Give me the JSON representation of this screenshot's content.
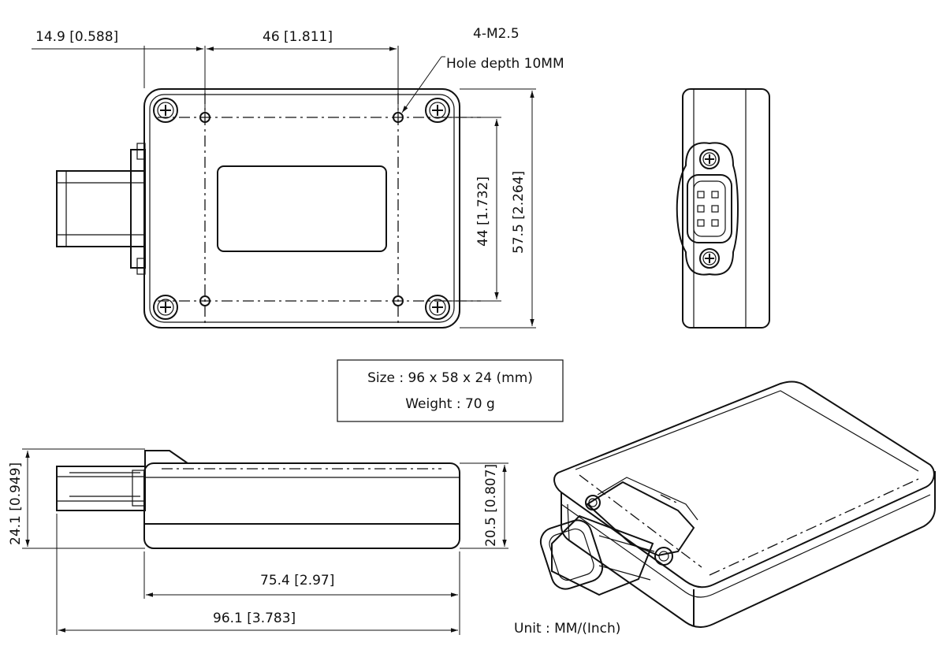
{
  "dimensions": {
    "offset_left": "14.9 [0.588]",
    "hole_spacing_x": "46 [1.811]",
    "hole_callout_title": "4-M2.5",
    "hole_callout_depth": "Hole depth 10MM",
    "hole_spacing_y": "44 [1.732]",
    "overall_height": "57.5 [2.264]",
    "side_total_height": "24.1 [0.949]",
    "side_body_height": "20.5 [0.807]",
    "body_length": "75.4 [2.97]",
    "overall_length": "96.1 [3.783]"
  },
  "spec_box": {
    "size": "Size : 96 x 58 x 24 (mm)",
    "weight": "Weight : 70 g"
  },
  "unit_note": "Unit : MM/(Inch)"
}
